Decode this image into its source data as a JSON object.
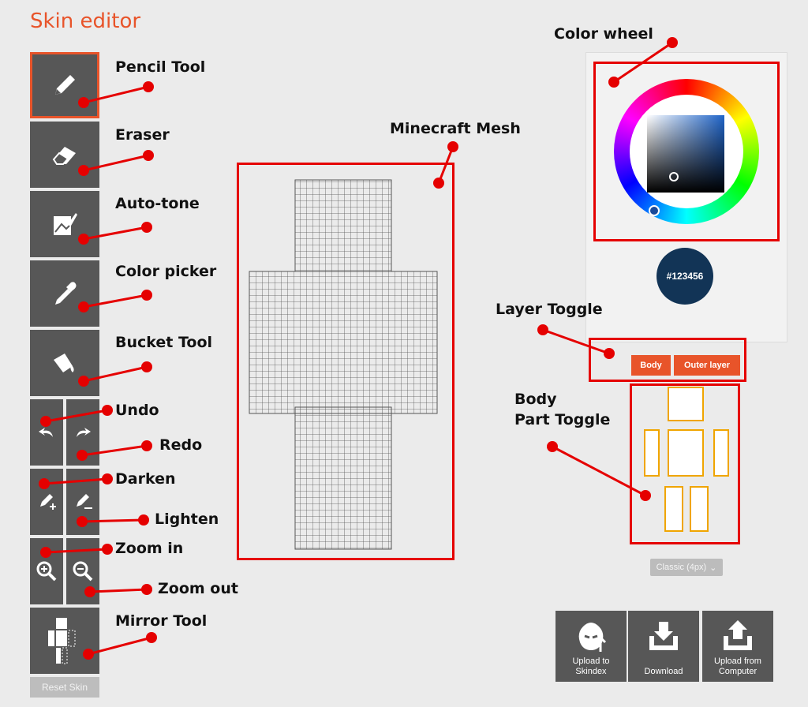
{
  "app": {
    "title": "Skin editor"
  },
  "tools": {
    "pencil": "pencil-icon",
    "eraser": "eraser-icon",
    "autotone": "auto-tone-icon",
    "colorpicker": "eyedropper-icon",
    "bucket": "bucket-icon",
    "undo": "undo-icon",
    "redo": "redo-icon",
    "darken": "darken-icon",
    "lighten": "lighten-icon",
    "zoom_in": "zoom-in-icon",
    "zoom_out": "zoom-out-icon",
    "mirror": "mirror-icon",
    "reset_label": "Reset Skin"
  },
  "annotations": {
    "pencil": "Pencil Tool",
    "eraser": "Eraser",
    "autotone": "Auto-tone",
    "colorpicker": "Color picker",
    "bucket": "Bucket Tool",
    "undo": "Undo",
    "redo": "Redo",
    "darken": "Darken",
    "lighten": "Lighten",
    "zoom_in": "Zoom in",
    "zoom_out": "Zoom out",
    "mirror": "Mirror Tool",
    "mesh": "Minecraft Mesh",
    "color_wheel": "Color wheel",
    "layer_toggle": "Layer Toggle",
    "body_part_line1": "Body",
    "body_part_line2": "Part Toggle"
  },
  "color": {
    "hex": "#123456",
    "accent": "#e8542a",
    "callout": "#e50000"
  },
  "layers": {
    "body": "Body",
    "outer": "Outer layer"
  },
  "model_select": {
    "value": "Classic (4px)"
  },
  "actions": {
    "upload_skindex_1": "Upload to",
    "upload_skindex_2": "Skindex",
    "download": "Download",
    "upload_computer_1": "Upload from",
    "upload_computer_2": "Computer"
  }
}
